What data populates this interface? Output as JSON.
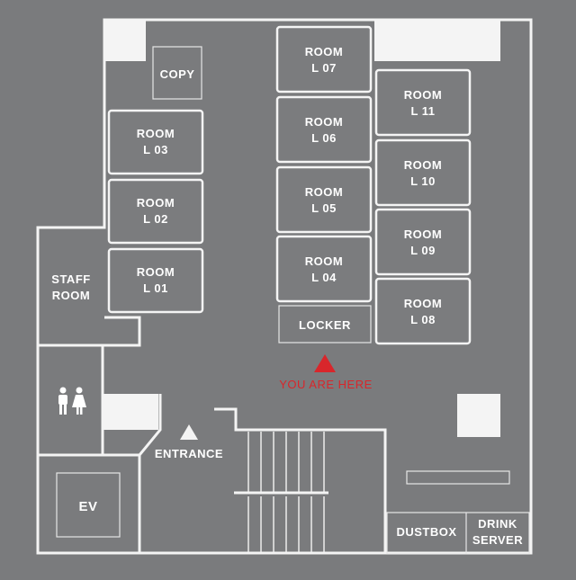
{
  "colors": {
    "background": "#7a7b7d",
    "floor": "#777879",
    "wall": "#f4f4f4",
    "room_fill": "#7b7c7e",
    "marker": "#d8262b"
  },
  "rooms": [
    {
      "line1": "ROOM",
      "line2": "L 07"
    },
    {
      "line1": "ROOM",
      "line2": "L 06"
    },
    {
      "line1": "ROOM",
      "line2": "L 05"
    },
    {
      "line1": "ROOM",
      "line2": "L 04"
    },
    {
      "line1": "ROOM",
      "line2": "L 11"
    },
    {
      "line1": "ROOM",
      "line2": "L 10"
    },
    {
      "line1": "ROOM",
      "line2": "L 09"
    },
    {
      "line1": "ROOM",
      "line2": "L 08"
    },
    {
      "line1": "ROOM",
      "line2": "L 03"
    },
    {
      "line1": "ROOM",
      "line2": "L 02"
    },
    {
      "line1": "ROOM",
      "line2": "L 01"
    }
  ],
  "labels": {
    "copy": "COPY",
    "staff_line1": "STAFF",
    "staff_line2": "ROOM",
    "locker": "LOCKER",
    "you_are_here": "YOU ARE HERE",
    "entrance": "ENTRANCE",
    "ev": "EV",
    "dustbox": "DUSTBOX",
    "drink_line1": "DRINK",
    "drink_line2": "SERVER"
  },
  "icons": {
    "restroom": "restroom-icon",
    "you_are_here_marker": "up-triangle-icon",
    "entrance_marker": "up-triangle-icon"
  }
}
